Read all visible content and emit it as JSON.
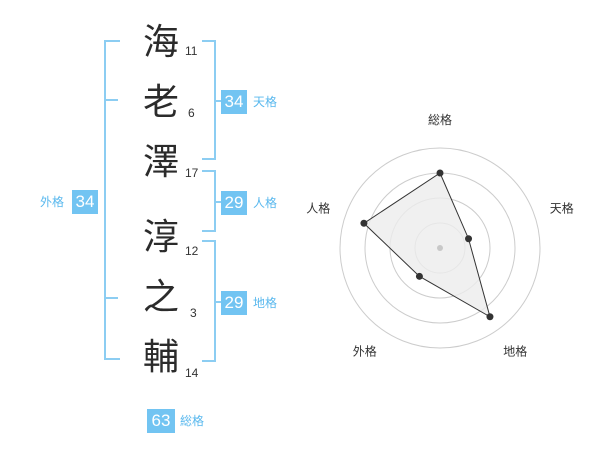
{
  "name_chars": [
    {
      "char": "海",
      "strokes": "11"
    },
    {
      "char": "老",
      "strokes": "6"
    },
    {
      "char": "澤",
      "strokes": "17"
    },
    {
      "char": "淳",
      "strokes": "12"
    },
    {
      "char": "之",
      "strokes": "3"
    },
    {
      "char": "輔",
      "strokes": "14"
    }
  ],
  "fortunes": {
    "tenkaku": {
      "value": "34",
      "label": "天格"
    },
    "jinkaku": {
      "value": "29",
      "label": "人格"
    },
    "chikaku": {
      "value": "29",
      "label": "地格"
    },
    "gaikaku": {
      "value": "34",
      "label": "外格"
    },
    "soukaku": {
      "value": "63",
      "label": "総格"
    }
  },
  "chart_data": {
    "type": "radar",
    "axes": [
      "総格",
      "天格",
      "地格",
      "外格",
      "人格"
    ],
    "values": [
      0.75,
      0.3,
      0.85,
      0.35,
      0.8
    ],
    "range": [
      0,
      1
    ],
    "rings": 4,
    "colors": {
      "fill": "#ececec",
      "line": "#333333",
      "grid": "#cccccc",
      "accent": "#72c4f2"
    }
  }
}
